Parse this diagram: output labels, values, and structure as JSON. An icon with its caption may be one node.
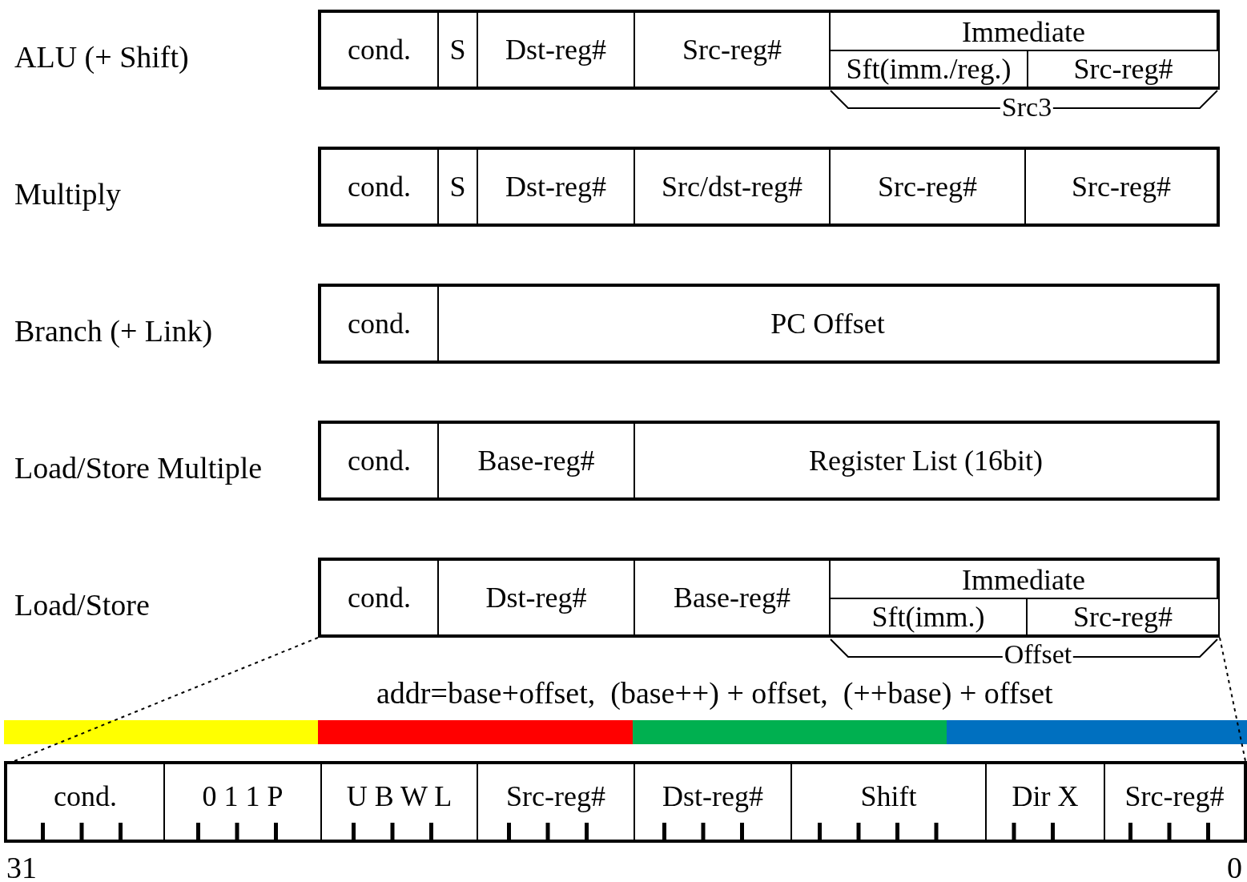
{
  "diagram": {
    "nodes": [
      {
        "text": [],
        "shape": "box"
      },
      {
        "text": [
          "cond."
        ],
        "in": 0
      },
      {
        "text": [
          "S"
        ],
        "in": 0
      },
      {
        "text": [
          "Dst-reg#"
        ],
        "in": 0
      },
      {
        "text": [
          "Src-reg#"
        ],
        "in": 0
      },
      {
        "text": [
          "Immediate"
        ],
        "in": 0
      },
      {
        "text": [
          "Sft(imm./reg.)"
        ],
        "in": 5
      },
      {
        "text": [
          "Src-reg#"
        ],
        "in": 5
      },
      {
        "text": [],
        "shape": "box"
      },
      {
        "text": [
          "cond."
        ],
        "in": 8
      },
      {
        "text": [
          "S"
        ],
        "in": 8
      },
      {
        "text": [
          "Dst-reg#"
        ],
        "in": 8
      },
      {
        "text": [
          "Src/dst-reg#"
        ],
        "in": 8
      },
      {
        "text": [
          "Src-reg#"
        ],
        "in": 8
      },
      {
        "text": [
          "Src-reg#"
        ],
        "in": 8
      },
      {
        "text": [],
        "shape": "box"
      },
      {
        "text": [
          "cond."
        ],
        "in": 15
      },
      {
        "text": [
          "PC Offset"
        ],
        "in": 15
      },
      {
        "text": [],
        "shape": "box"
      },
      {
        "text": [
          "cond."
        ],
        "in": 18
      },
      {
        "text": [
          "Base-reg#"
        ],
        "in": 18
      },
      {
        "text": [
          "Register List (16bit)"
        ],
        "in": 18
      },
      {
        "text": [],
        "shape": "box"
      },
      {
        "text": [
          "cond."
        ],
        "in": 22
      },
      {
        "text": [
          "Dst-reg#"
        ],
        "in": 22
      },
      {
        "text": [
          "Base-reg#"
        ],
        "in": 22
      },
      {
        "text": [
          "Immediate"
        ],
        "in": 22
      },
      {
        "text": [
          "Sft(imm.)"
        ],
        "in": 26
      },
      {
        "text": [
          "Src-reg#"
        ],
        "in": 26
      },
      {
        "text": [],
        "shape": "box"
      },
      {
        "text": [
          "cond."
        ],
        "in": 29
      },
      {
        "text": [
          "0 1 1 P"
        ],
        "in": 29
      },
      {
        "text": [
          "U B W L"
        ],
        "in": 29
      },
      {
        "text": [
          "Src-reg#"
        ],
        "in": 29
      },
      {
        "text": [
          "Dst-reg#"
        ],
        "in": 29
      },
      {
        "text": [
          "Shift"
        ],
        "in": 29
      },
      {
        "text": [
          "Dir X"
        ],
        "in": 29
      },
      {
        "text": [
          "Src-reg#"
        ],
        "in": 29
      }
    ],
    "edges": [
      {
        "from": 22,
        "to": 29,
        "arrow": "none",
        "style": "dashed"
      },
      {
        "from": 22,
        "to": 29,
        "arrow": "none",
        "style": "dashed"
      }
    ],
    "labels": [
      "ALU (+ Shift)",
      "Src3",
      "Multiply",
      "Branch (+ Link)",
      "Load/Store Multiple",
      "Load/Store",
      "Offset",
      "addr=base+offset,  (base++) + offset,  (++base) + offset",
      "31",
      "0"
    ]
  }
}
